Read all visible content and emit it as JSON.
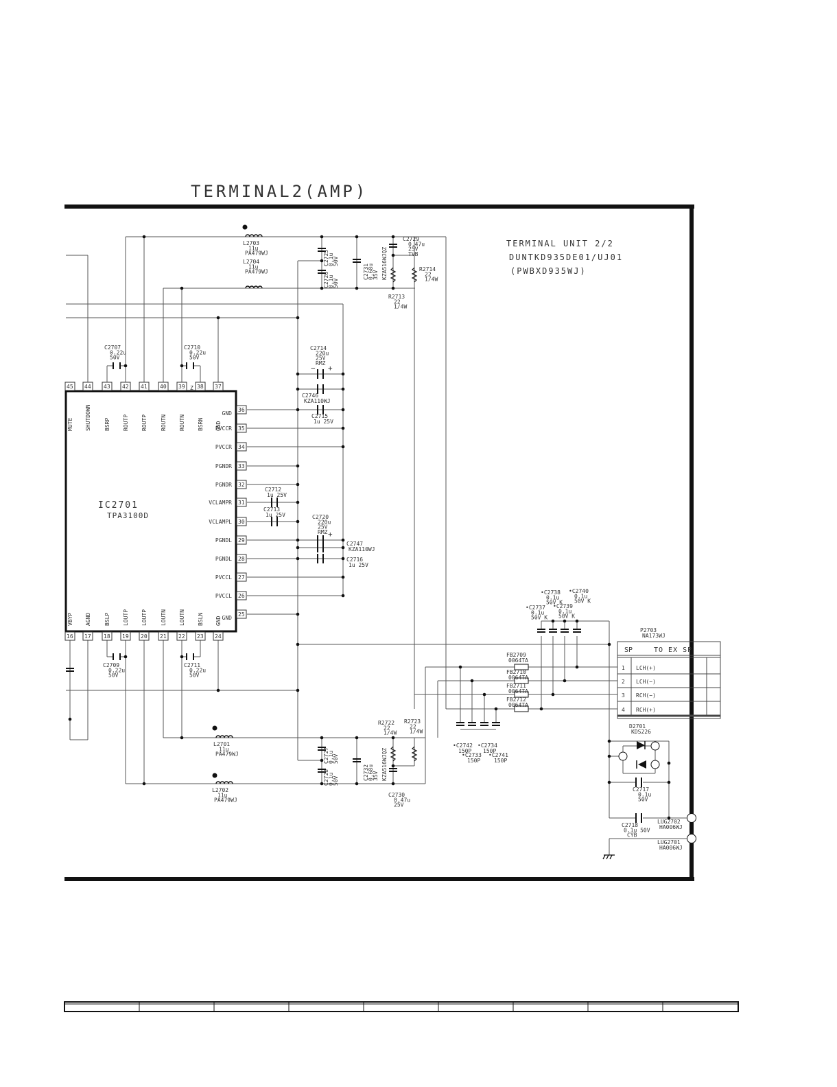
{
  "title": "TERMINAL2(AMP)",
  "unit_info": [
    "TERMINAL UNIT 2/2",
    "DUNTKD935DE01/UJ01",
    "(PWBXD935WJ)"
  ],
  "ic": {
    "ref": "IC2701",
    "part": "TPA3100D",
    "top_pins": [
      {
        "num": "45",
        "name": "MUTE"
      },
      {
        "num": "44",
        "name": "SHUTDOWN"
      },
      {
        "num": "43",
        "name": "BSRP"
      },
      {
        "num": "42",
        "name": "ROUTP"
      },
      {
        "num": "41",
        "name": "ROUTP"
      },
      {
        "num": "40",
        "name": "ROUTN"
      },
      {
        "num": "39",
        "name": "ROUTN"
      },
      {
        "num": "38",
        "name": "BSRN"
      },
      {
        "num": "37",
        "name": "GND"
      }
    ],
    "right_pins": [
      {
        "num": "36",
        "name": "GND"
      },
      {
        "num": "35",
        "name": "PVCCR"
      },
      {
        "num": "34",
        "name": "PVCCR"
      },
      {
        "num": "33",
        "name": "PGNDR"
      },
      {
        "num": "32",
        "name": "PGNDR"
      },
      {
        "num": "31",
        "name": "VCLAMPR"
      },
      {
        "num": "30",
        "name": "VCLAMPL"
      },
      {
        "num": "29",
        "name": "PGNDL"
      },
      {
        "num": "28",
        "name": "PGNDL"
      },
      {
        "num": "27",
        "name": "PVCCL"
      },
      {
        "num": "26",
        "name": "PVCCL"
      },
      {
        "num": "25",
        "name": "GND"
      }
    ],
    "bottom_pins": [
      {
        "num": "16",
        "name": "VBYP"
      },
      {
        "num": "17",
        "name": "AGND"
      },
      {
        "num": "18",
        "name": "BSLP"
      },
      {
        "num": "19",
        "name": "LOUTP"
      },
      {
        "num": "20",
        "name": "LOUTP"
      },
      {
        "num": "21",
        "name": "LOUTN"
      },
      {
        "num": "22",
        "name": "LOUTN"
      },
      {
        "num": "23",
        "name": "BSLN"
      },
      {
        "num": "24",
        "name": "GND"
      }
    ]
  },
  "components": [
    {
      "id": "L2703",
      "lines": [
        "L2703",
        "11u",
        "PA479WJ"
      ]
    },
    {
      "id": "L2704",
      "lines": [
        "L2704",
        "11u",
        "PA479WJ"
      ]
    },
    {
      "id": "C2725",
      "lines": [
        "C2725",
        "0.1u",
        "50V"
      ]
    },
    {
      "id": "C2726",
      "lines": [
        "C2726",
        "0.1u",
        "50V"
      ]
    },
    {
      "id": "C2731",
      "lines": [
        "C2731",
        "0.68u",
        "35V"
      ]
    },
    {
      "id": "KZA516WJQZ_top",
      "lines": [
        "KZA516WJQZ"
      ]
    },
    {
      "id": "C2729",
      "lines": [
        "C2729",
        "0.47u",
        "25V",
        "TVB"
      ]
    },
    {
      "id": "R2714",
      "lines": [
        "R2714",
        "22",
        "1/4W"
      ]
    },
    {
      "id": "R2713",
      "lines": [
        "R2713",
        "22",
        "1/4W"
      ]
    },
    {
      "id": "C2707",
      "lines": [
        "C2707",
        "0.22u",
        "50V"
      ]
    },
    {
      "id": "C2710",
      "lines": [
        "C2710",
        "0.22u",
        "50V"
      ]
    },
    {
      "id": "C2714",
      "lines": [
        "C2714",
        "220u",
        "25V",
        "RMZ"
      ]
    },
    {
      "id": "C2746",
      "lines": [
        "C2746",
        "KZA110WJ"
      ]
    },
    {
      "id": "C2715",
      "lines": [
        "C2715",
        "1u 25V"
      ]
    },
    {
      "id": "C2712",
      "lines": [
        "C2712",
        "1u 25V"
      ]
    },
    {
      "id": "C2713",
      "lines": [
        "C2713",
        "1u 25V"
      ]
    },
    {
      "id": "C2720",
      "lines": [
        "C2720",
        "220u",
        "25V",
        "RMZ"
      ]
    },
    {
      "id": "C2747",
      "lines": [
        "C2747",
        "KZA110WJ"
      ]
    },
    {
      "id": "C2716",
      "lines": [
        "C2716",
        "1u 25V"
      ]
    },
    {
      "id": "C2709",
      "lines": [
        "C2709",
        "0.22u",
        "50V"
      ]
    },
    {
      "id": "C2711",
      "lines": [
        "C2711",
        "0.22u",
        "50V"
      ]
    },
    {
      "id": "L2701",
      "lines": [
        "L2701",
        "11u",
        "PA479WJ"
      ]
    },
    {
      "id": "L2702",
      "lines": [
        "L2702",
        "11u",
        "PA479WJ"
      ]
    },
    {
      "id": "C2727",
      "lines": [
        "C2727",
        "0.1u",
        "50V"
      ]
    },
    {
      "id": "C2728",
      "lines": [
        "C2728",
        "0.1u",
        "50V"
      ]
    },
    {
      "id": "C2732",
      "lines": [
        "C2732",
        "0.68u",
        "35V"
      ]
    },
    {
      "id": "KZA516WJQZ_bot",
      "lines": [
        "KZA516WJQZ"
      ]
    },
    {
      "id": "R2722",
      "lines": [
        "R2722",
        "22",
        "1/4W"
      ]
    },
    {
      "id": "R2723",
      "lines": [
        "R2723",
        "22",
        "1/4W"
      ]
    },
    {
      "id": "C2730",
      "lines": [
        "C2730",
        "0.47u",
        "25V"
      ]
    },
    {
      "id": "C2738",
      "lines": [
        "•C2738",
        "0.1u",
        "50V K"
      ]
    },
    {
      "id": "C2740",
      "lines": [
        "•C2740",
        "0.1u",
        "50V K"
      ]
    },
    {
      "id": "C2737",
      "lines": [
        "•C2737",
        "0.1u",
        "50V K"
      ]
    },
    {
      "id": "C2739",
      "lines": [
        "•C2739",
        "0.1u",
        "50V K"
      ]
    },
    {
      "id": "FB2709",
      "lines": [
        "FB2709",
        "0064TA"
      ]
    },
    {
      "id": "FB2710",
      "lines": [
        "FB2710",
        "0064TA"
      ]
    },
    {
      "id": "FB2711",
      "lines": [
        "FB2711",
        "0064TA"
      ]
    },
    {
      "id": "FB2712",
      "lines": [
        "FB2712",
        "0064TA"
      ]
    },
    {
      "id": "C2742",
      "lines": [
        "•C2742",
        "150P"
      ]
    },
    {
      "id": "C2734",
      "lines": [
        "•C2734",
        "150P"
      ]
    },
    {
      "id": "C2733",
      "lines": [
        "•C2733",
        "150P"
      ]
    },
    {
      "id": "C2741",
      "lines": [
        "•C2741",
        "150P"
      ]
    },
    {
      "id": "P2703",
      "lines": [
        "P2703",
        "NA173WJ"
      ]
    },
    {
      "id": "D2701",
      "lines": [
        "D2701",
        "KDS226"
      ]
    },
    {
      "id": "C2717",
      "lines": [
        "C2717",
        "0.1u",
        "50V"
      ]
    },
    {
      "id": "C2718",
      "lines": [
        "C2718",
        "0.1u 50V",
        "CYB"
      ]
    },
    {
      "id": "LUG2702",
      "lines": [
        "LUG2702",
        "HA006WJ"
      ]
    },
    {
      "id": "LUG2701",
      "lines": [
        "LUG2701",
        "HA006WJ"
      ]
    }
  ],
  "connector": {
    "header_left": "SP",
    "header_right": "TO EX SP",
    "pins": [
      {
        "num": "1",
        "label": "LCH(+)"
      },
      {
        "num": "2",
        "label": "LCH(−)"
      },
      {
        "num": "3",
        "label": "RCH(−)"
      },
      {
        "num": "4",
        "label": "RCH(+)"
      }
    ]
  },
  "misc": {
    "pin_letter_z": "Z",
    "cap_plus": "+",
    "cap_minus": "−"
  }
}
